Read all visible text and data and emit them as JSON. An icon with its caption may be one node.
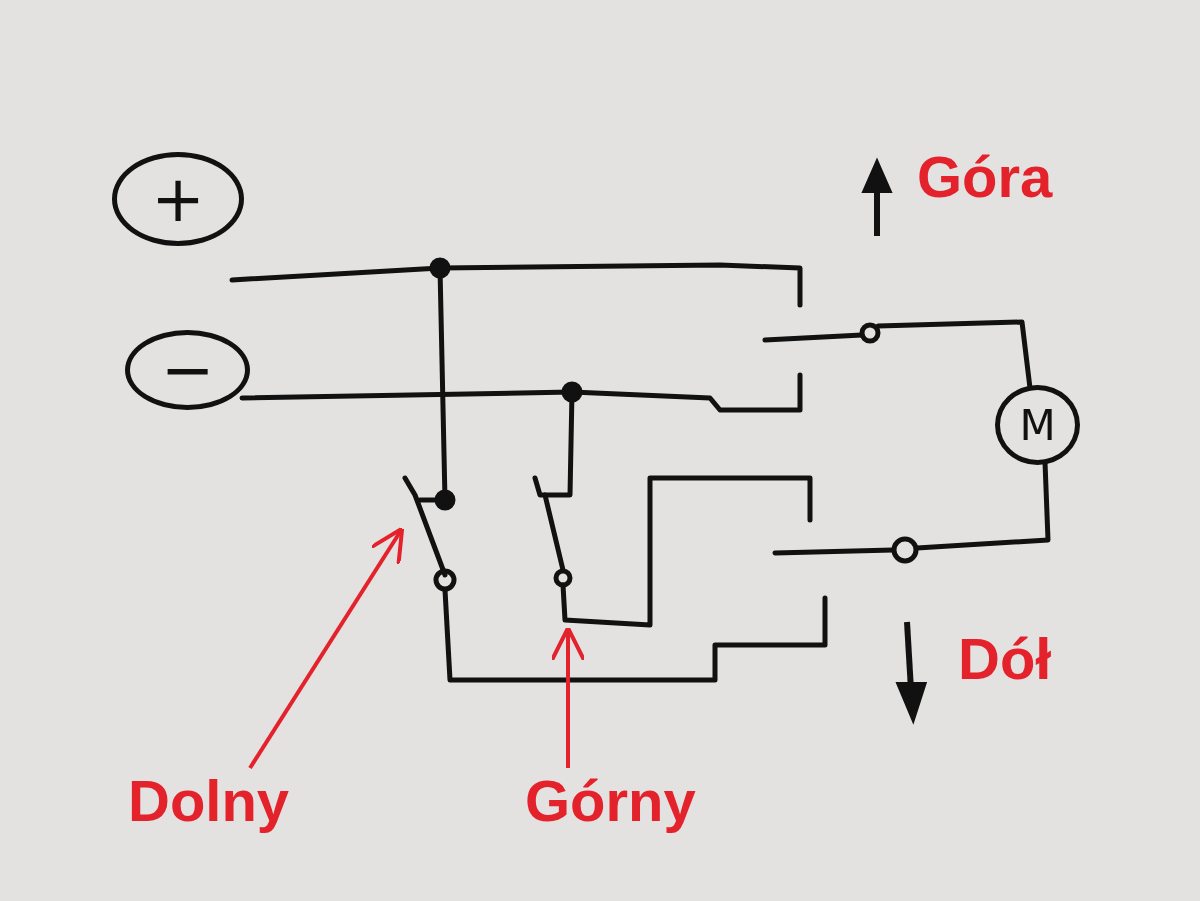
{
  "diagram": {
    "nodes": [
      {
        "text": [
          "+"
        ]
      },
      {
        "text": [
          "−"
        ]
      },
      {
        "text": [
          "M"
        ]
      },
      {
        "text": [
          "Dolny"
        ]
      },
      {
        "text": [
          "Górny"
        ]
      }
    ],
    "edges": [
      {
        "from": 3,
        "to": null,
        "arrow": "to"
      },
      {
        "from": 4,
        "to": null,
        "arrow": "to"
      }
    ],
    "labels": [
      "Góra",
      "Dół"
    ]
  }
}
